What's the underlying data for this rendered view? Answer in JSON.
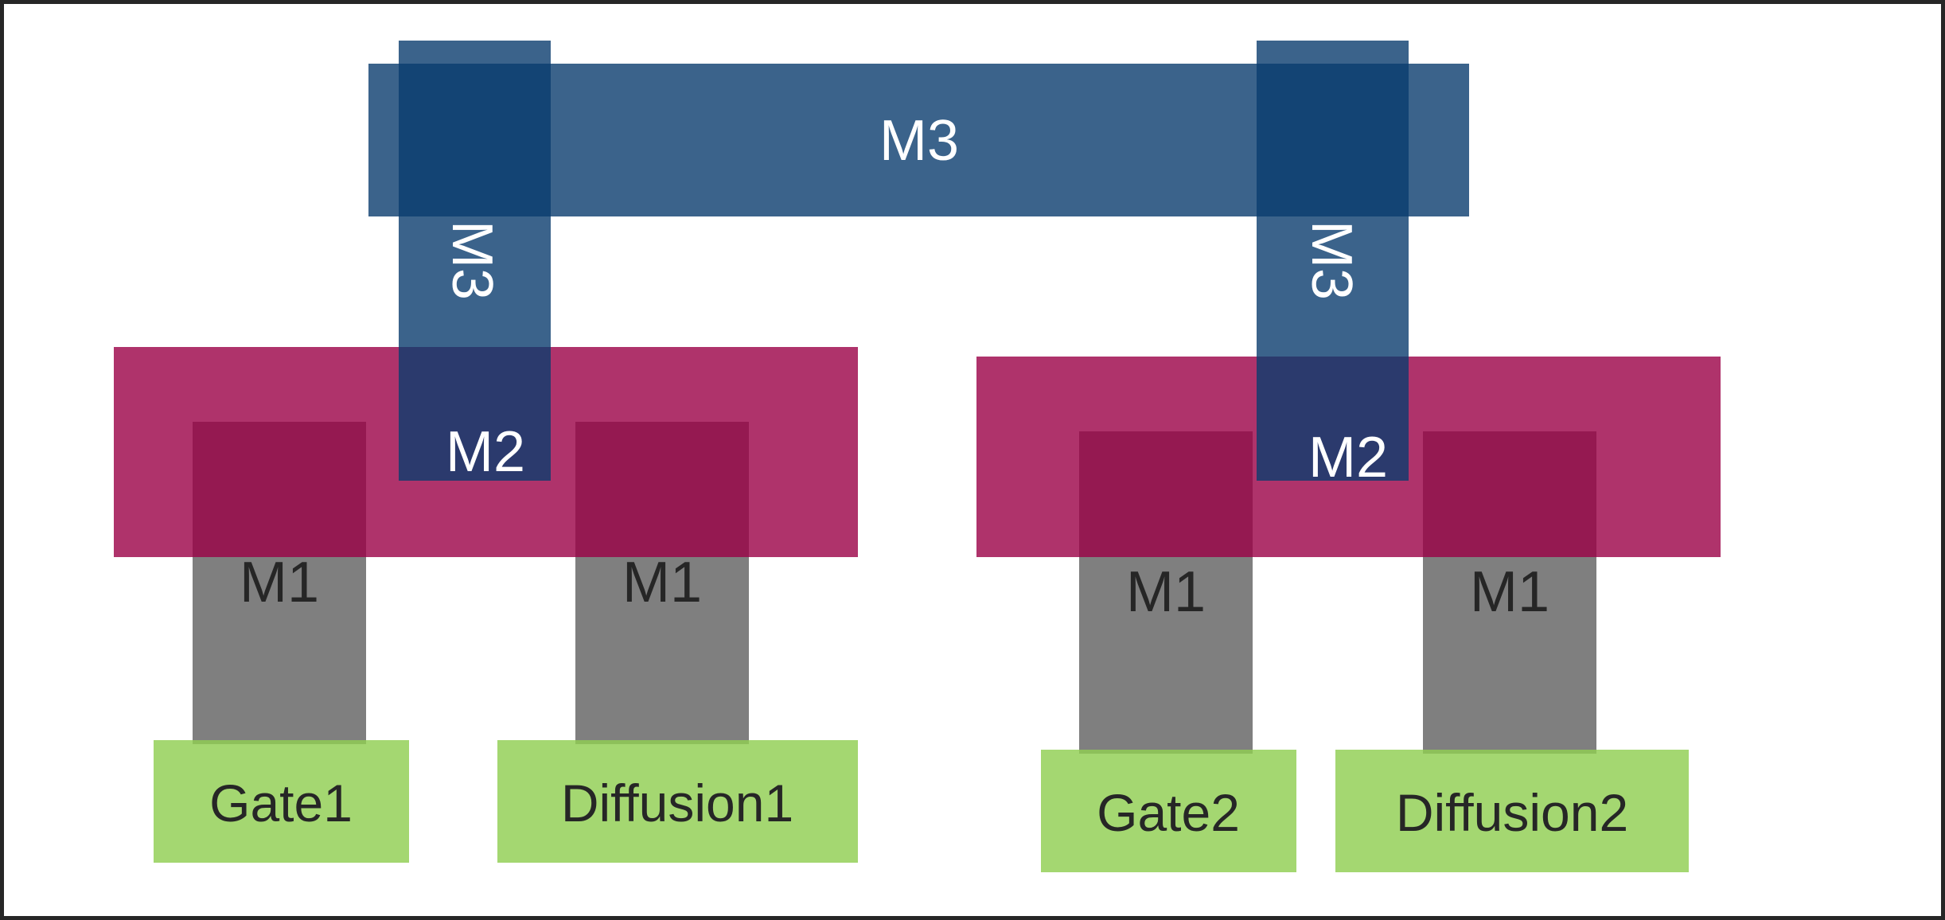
{
  "labels": {
    "m3_bar": "M3",
    "m3_via_left": "M3",
    "m3_via_right": "M3",
    "m2_left": "M2",
    "m2_right": "M2",
    "m1_gate1": "M1",
    "m1_diff1": "M1",
    "m1_gate2": "M1",
    "m1_diff2": "M1",
    "gate1": "Gate1",
    "diffusion1": "Diffusion1",
    "gate2": "Gate2",
    "diffusion2": "Diffusion2"
  },
  "colors": {
    "m1": "#7f7f7f",
    "m2": "#b03060",
    "m3": "#3a6486",
    "pad": "#a6d96a",
    "frame": "#262626",
    "label_light": "#ffffff",
    "label_dark": "#262626"
  }
}
